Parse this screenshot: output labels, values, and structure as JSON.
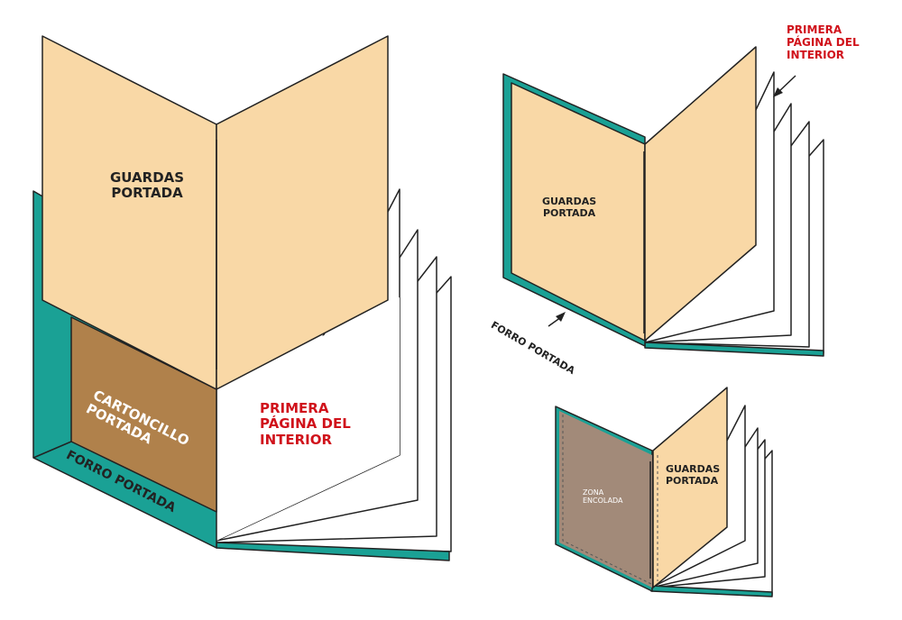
{
  "colors": {
    "guardas": "#f9d8a6",
    "cartoncillo": "#b0814b",
    "forro": "#1aa195",
    "zona_encolada": "#a28a79",
    "red": "#d0121b"
  },
  "large_book": {
    "guardas": "GUARDAS PORTADA",
    "guardas_l1": "GUARDAS",
    "guardas_l2": "PORTADA",
    "cartoncillo_l1": "CARTONCILLO",
    "cartoncillo_l2": "PORTADA",
    "forro": "FORRO PORTADA",
    "primera_l1": "PRIMERA",
    "primera_l2": "PÁGINA DEL",
    "primera_l3": "INTERIOR"
  },
  "top_right_book": {
    "guardas_l1": "GUARDAS",
    "guardas_l2": "PORTADA",
    "forro": "FORRO PORTADA",
    "primera_l1": "PRIMERA",
    "primera_l2": "PÁGINA DEL",
    "primera_l3": "INTERIOR"
  },
  "bottom_right_book": {
    "zona_l1": "ZONA",
    "zona_l2": "ENCOLADA",
    "guardas_l1": "GUARDAS",
    "guardas_l2": "PORTADA"
  }
}
